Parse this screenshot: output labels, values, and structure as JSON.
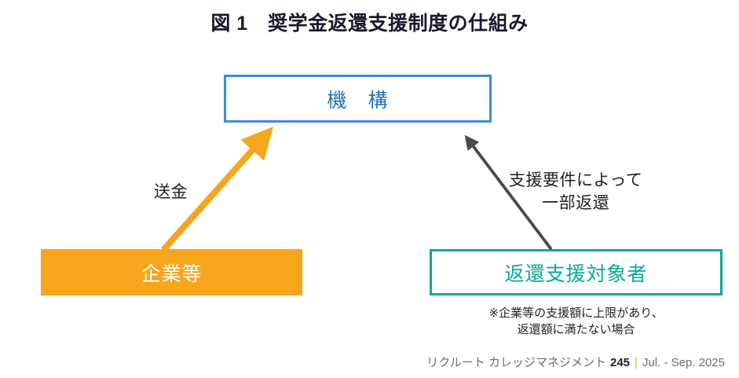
{
  "figure": {
    "title": "図 1　奨学金返還支援制度の仕組み",
    "nodes": {
      "agency": {
        "label": "機　構",
        "color": "#3d8dd4",
        "text_color": "#2072bb"
      },
      "company": {
        "label": "企業等",
        "color": "#f7a51c",
        "text_color": "#ffffff"
      },
      "recipient": {
        "label": "返還支援対象者",
        "color": "#07ab93",
        "text_color": "#07ab93"
      }
    },
    "edges": {
      "remittance": {
        "label": "送金",
        "color": "#f7a51c",
        "style": "solid-arrow"
      },
      "partial_repayment": {
        "label": "支援要件によって\n一部返還",
        "color": "#4a4a4a",
        "style": "dotted-arrow"
      }
    },
    "footnote": "※企業等の支援額に上限があり、\n返還額に満たない場合"
  },
  "colophon": {
    "magazine": "リクルート カレッジマネジメント",
    "issue": "245",
    "separator": "|",
    "date": "Jul. - Sep. 2025",
    "accent_color": "#f7a51c"
  }
}
